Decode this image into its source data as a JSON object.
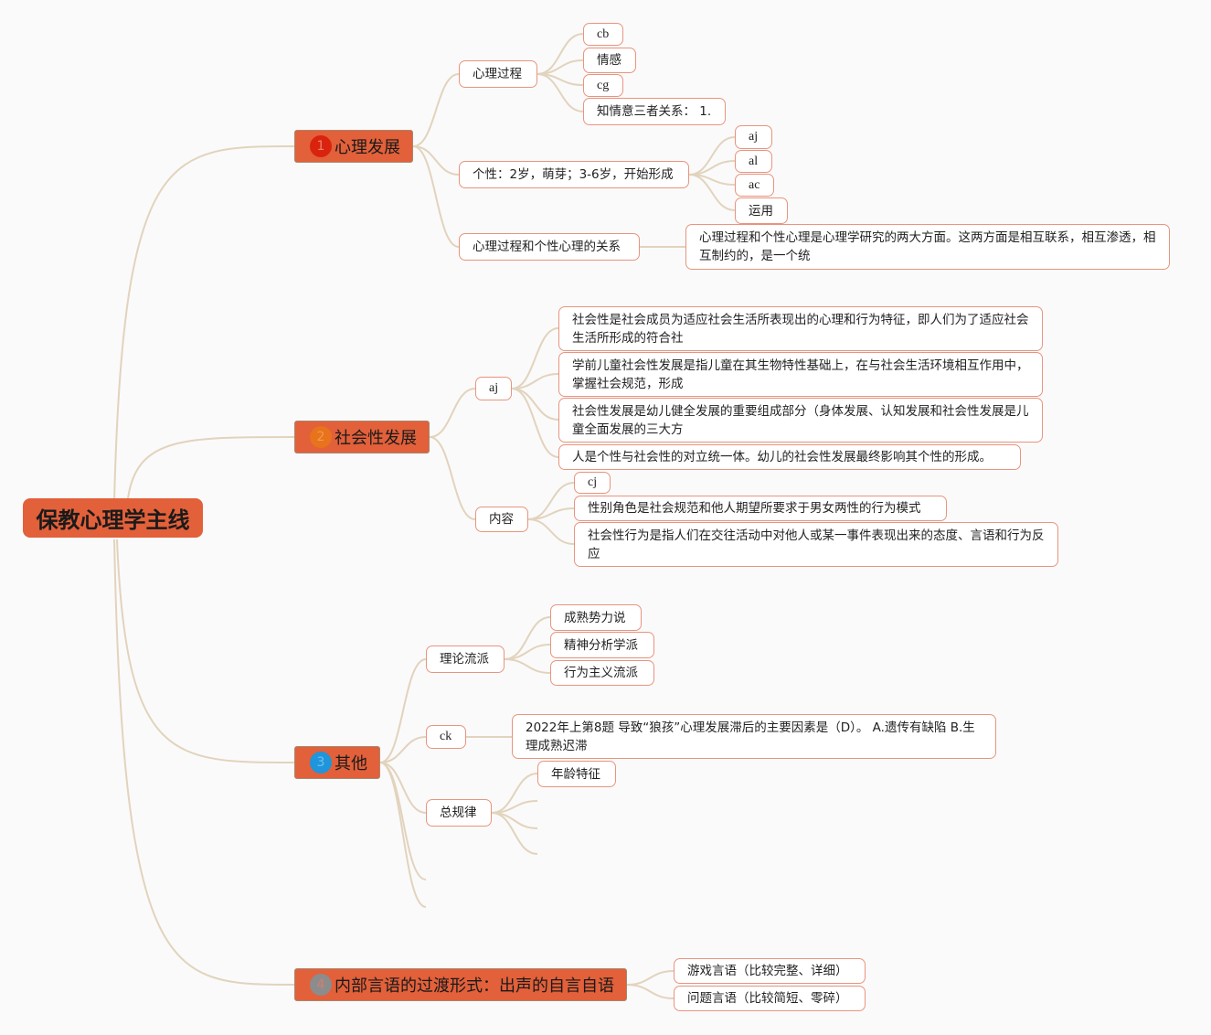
{
  "root": "保教心理学主线",
  "branches": [
    {
      "badge": "1",
      "badge_color": "#d9230f",
      "label": "心理发展",
      "children": {
        "process": {
          "label": "心理过程",
          "items": [
            "cb",
            "情感",
            "cg",
            "知情意三者关系： 1."
          ]
        },
        "personality": {
          "label": "个性：2岁，萌芽；3-6岁，开始形成",
          "items": [
            "aj",
            "al",
            "ac",
            "运用"
          ]
        },
        "relation": {
          "label": "心理过程和个性心理的关系",
          "detail": "心理过程和个性心理是心理学研究的两大方面。这两方面是相互联系，相互渗透，相互制约的，是一个统"
        }
      }
    },
    {
      "badge": "2",
      "badge_color": "#e8731c",
      "label": "社会性发展",
      "children": {
        "aj": {
          "label": "aj",
          "items": [
            "社会性是社会成员为适应社会生活所表现出的心理和行为特征，即人们为了适应社会生活所形成的符合社",
            "学前儿童社会性发展是指儿童在其生物特性基础上，在与社会生活环境相互作用中，掌握社会规范，形成",
            "社会性发展是幼儿健全发展的重要组成部分（身体发展、认知发展和社会性发展是儿童全面发展的三大方",
            "人是个性与社会性的对立统一体。幼儿的社会性发展最终影响其个性的形成。"
          ]
        },
        "content": {
          "label": "内容",
          "items": [
            "cj",
            "性别角色是社会规范和他人期望所要求于男女两性的行为模式",
            "社会性行为是指人们在交往活动中对他人或某一事件表现出来的态度、言语和行为反应"
          ]
        }
      }
    },
    {
      "badge": "3",
      "badge_color": "#1f95db",
      "label": "其他",
      "children": {
        "theory": {
          "label": "理论流派",
          "items": [
            "成熟势力说",
            "精神分析学派",
            "行为主义流派"
          ]
        },
        "ck": {
          "label": "ck",
          "detail": "2022年上第8题 导致“狼孩”心理发展滞后的主要因素是（D）。 A.遗传有缺陷 B.生理成熟迟滞"
        },
        "law": {
          "label": "总规律",
          "items": [
            "年龄特征"
          ]
        }
      }
    },
    {
      "badge": "4",
      "badge_color": "#8c8c8c",
      "label": "内部言语的过渡形式：出声的自言自语",
      "children": {
        "items": [
          "游戏言语（比较完整、详细）",
          "问题言语（比较简短、零碎）"
        ]
      }
    }
  ]
}
